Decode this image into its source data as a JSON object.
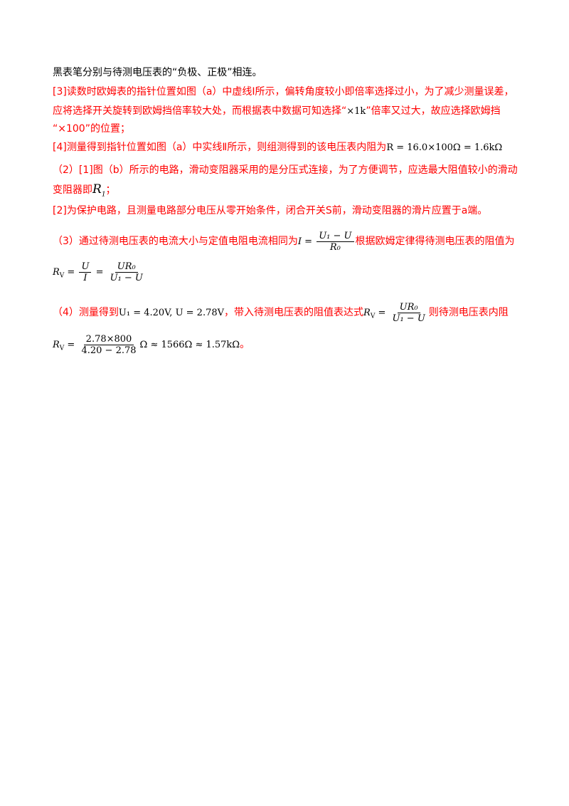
{
  "lines": {
    "l1": "黑表笔分别与待测电压表的“负极、正极”相连。",
    "l2": "[3]读数时欧姆表的指针位置如图（a）中虚线Ⅰ所示，偏转角度较小即倍率选择过小，为了减少测量误差，",
    "l3a": "应将选择开关旋转到欧姆挡倍率较大处，而根据表中数据可知选择“",
    "l3_math": "×1k",
    "l3b": "”倍率又过大，故应选择欧姆挡",
    "l4": "“×100”的位置；",
    "l5a": "[4]测量得到指针位置如图（a）中实线Ⅱ所示，则组测得到的该电压表内阻为",
    "l5_math": "R = 16.0×100Ω = 1.6kΩ",
    "l6": "（2）[1]图（b）所示的电路，滑动变阻器采用的是分压式连接，为了方便调节，应选最大阻值较小的滑动",
    "l7a": "变阻器即",
    "l7b": "；",
    "l8": "[2]为保护电路，且测量电路部分电压从零开始条件，闭合开关S前，滑动变阻器的滑片应置于a端。",
    "l9a": "（3）通过待测电压表的电流大小与定值电阻电流相同为",
    "l9b": "根据欧姆定律得待测电压表的阻值为",
    "l11a": "（4）测量得到",
    "l11_math": "U₁ = 4.20V, U = 2.78V",
    "l11b": "，带入待测电压表的阻值表达式",
    "l11c": "则待测电压表内阻",
    "l12_tail": "。"
  },
  "formulas": {
    "current_num": "U₁ − U",
    "current_den": "R₀",
    "rv_f1_num": "U",
    "rv_f1_den": "I",
    "rv_f2_num": "UR₀",
    "rv_f2_den": "U₁ − U",
    "final_num": "2.78×800",
    "final_den": "4.20 − 2.78",
    "final_result": "Ω ≈ 1566Ω ≈ 1.57kΩ"
  }
}
